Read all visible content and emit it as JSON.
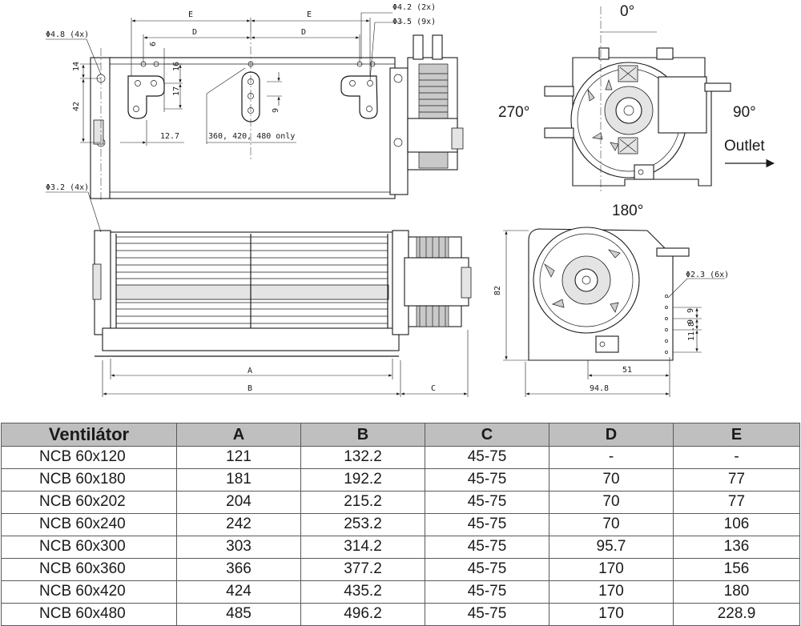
{
  "drawing": {
    "top_view": {
      "dim_E_left": "E",
      "dim_E_right": "E",
      "dim_D_left": "D",
      "dim_D_right": "D",
      "hole_48": "Φ4.8 (4x)",
      "hole_42": "Φ4.2 (2x)",
      "hole_35": "Φ3.5 (9x)",
      "dim_14": "14",
      "dim_42": "42",
      "dim_6": "6",
      "dim_16": "16",
      "dim_17": "17",
      "dim_9": "9",
      "dim_127": "12.7",
      "note_only": "360, 420, 480 only"
    },
    "front_view": {
      "hole_32": "Φ3.2 (4x)",
      "dim_A": "A",
      "dim_B": "B",
      "dim_C": "C"
    },
    "side_view": {
      "angle_0": "0°",
      "angle_90": "90°",
      "angle_180": "180°",
      "angle_270": "270°",
      "outlet_label": "Outlet"
    },
    "end_view": {
      "dim_82": "82",
      "dim_51": "51",
      "dim_948": "94.8",
      "hole_23": "Φ2.3 (6x)",
      "dim_9a": "9",
      "dim_9b": "9",
      "dim_118": "11.8"
    }
  },
  "table": {
    "headers": [
      "Ventilátor",
      "A",
      "B",
      "C",
      "D",
      "E"
    ],
    "rows": [
      [
        "NCB 60x120",
        "121",
        "132.2",
        "45-75",
        "-",
        "-"
      ],
      [
        "NCB 60x180",
        "181",
        "192.2",
        "45-75",
        "70",
        "77"
      ],
      [
        "NCB 60x202",
        "204",
        "215.2",
        "45-75",
        "70",
        "77"
      ],
      [
        "NCB 60x240",
        "242",
        "253.2",
        "45-75",
        "70",
        "106"
      ],
      [
        "NCB 60x300",
        "303",
        "314.2",
        "45-75",
        "95.7",
        "136"
      ],
      [
        "NCB 60x360",
        "366",
        "377.2",
        "45-75",
        "170",
        "156"
      ],
      [
        "NCB 60x420",
        "424",
        "435.2",
        "45-75",
        "170",
        "180"
      ],
      [
        "NCB 60x480",
        "485",
        "496.2",
        "45-75",
        "170",
        "228.9"
      ]
    ]
  }
}
